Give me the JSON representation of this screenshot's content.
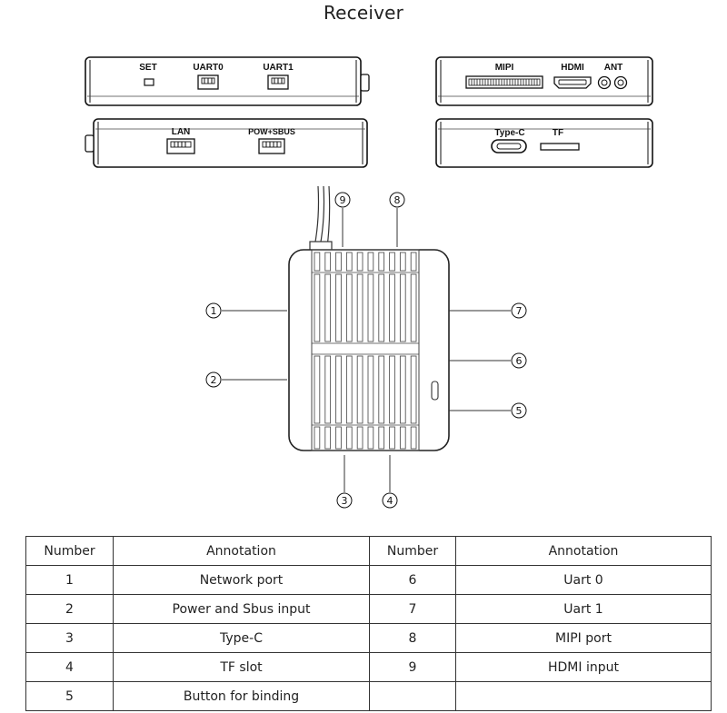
{
  "title": "Receiver",
  "port_labels": {
    "set": "SET",
    "uart0": "UART0",
    "uart1": "UART1",
    "mipi": "MIPI",
    "hdmi": "HDMI",
    "ant": "ANT",
    "lan": "LAN",
    "pow_sbus": "POW+SBUS",
    "type_c": "Type-C",
    "tf": "TF"
  },
  "callouts": [
    "1",
    "2",
    "3",
    "4",
    "5",
    "6",
    "7",
    "8",
    "9"
  ],
  "table": {
    "headers": [
      "Number",
      "Annotation",
      "Number",
      "Annotation"
    ],
    "rows": [
      [
        "1",
        "Network port",
        "6",
        "Uart 0"
      ],
      [
        "2",
        "Power and Sbus input",
        "7",
        "Uart 1"
      ],
      [
        "3",
        "Type-C",
        "8",
        "MIPI port"
      ],
      [
        "4",
        "TF slot",
        "9",
        "HDMI input"
      ],
      [
        "5",
        "Button for binding",
        "",
        ""
      ]
    ]
  }
}
